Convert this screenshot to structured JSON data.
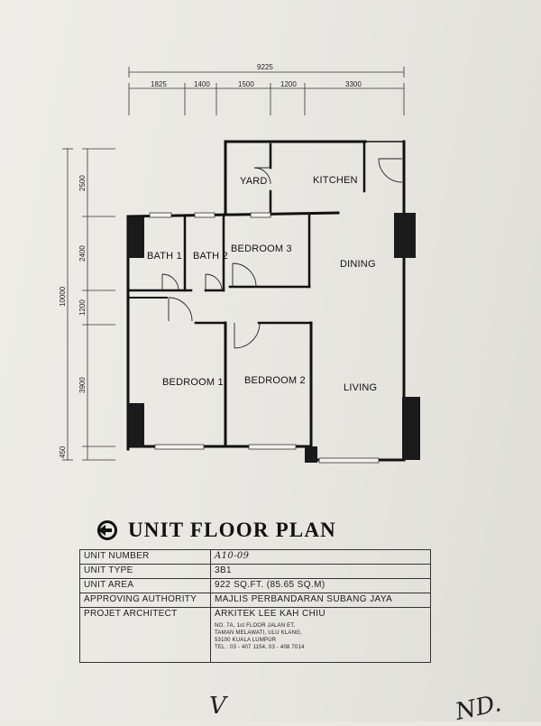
{
  "dimensions": {
    "top_total": "9225",
    "top_segments": [
      "1825",
      "1400",
      "1500",
      "1200",
      "3300"
    ],
    "left_total": "10000",
    "left_segments": [
      "2500",
      "2400",
      "1200",
      "3900",
      "450"
    ]
  },
  "rooms": {
    "yard": "YARD",
    "kitchen": "KITCHEN",
    "bath1": "BATH 1",
    "bath2": "BATH 2",
    "bedroom3": "BEDROOM 3",
    "dining": "DINING",
    "bedroom1": "BEDROOM 1",
    "bedroom2": "BEDROOM 2",
    "living": "LIVING"
  },
  "title": "UNIT FLOOR PLAN",
  "info_table": {
    "unit_number_label": "UNIT NUMBER",
    "unit_number_value": "A10-09",
    "unit_type_label": "UNIT TYPE",
    "unit_type_value": "3B1",
    "unit_area_label": "UNIT AREA",
    "unit_area_value": "922 SQ.FT. (85.65 SQ.M)",
    "authority_label": "APPROVING AUTHORITY",
    "authority_value": "MAJLIS PERBANDARAN SUBANG JAYA",
    "architect_label": "PROJET ARCHITECT",
    "architect_value": "ARKITEK LEE KAH CHIU",
    "architect_address_1": "NO. 7A, 1st FLOOR JALAN ET,",
    "architect_address_2": "TAMAN MELAWATI, ULU KLANG,",
    "architect_address_3": "53100 KUALA LUMPUR",
    "architect_tel": "TEL : 03 - 407 1154, 03 - 408 7014"
  },
  "scribbles": {
    "left": "V",
    "right": "ND."
  }
}
